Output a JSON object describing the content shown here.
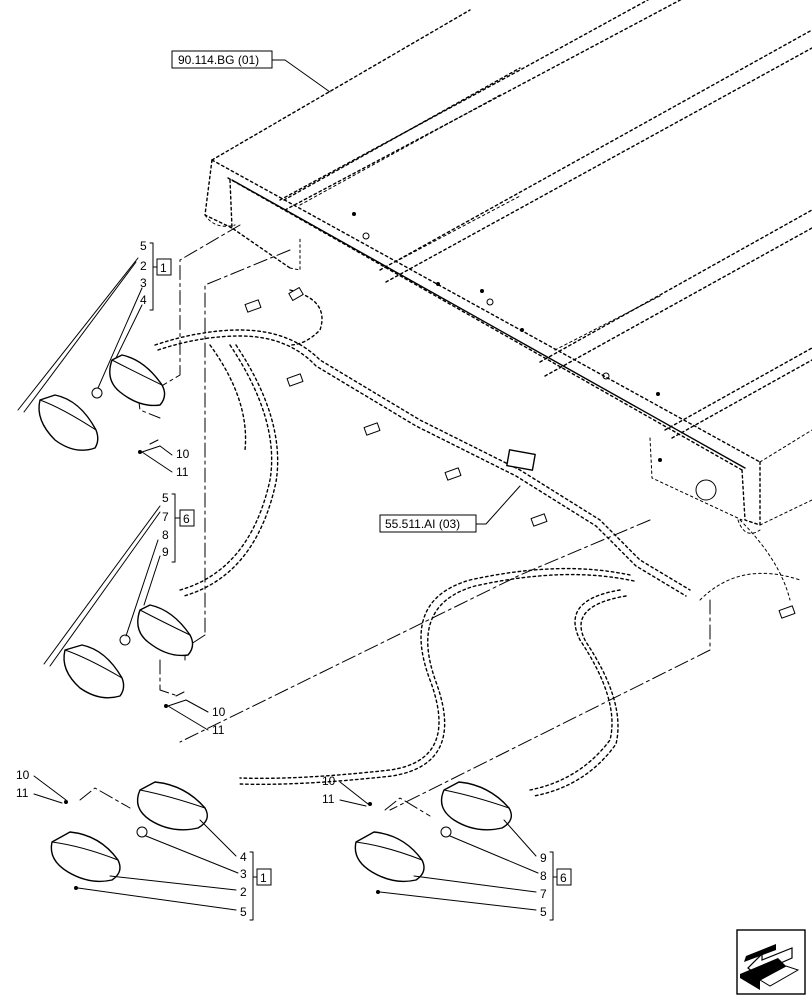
{
  "references": {
    "frame": "90.114.BG (01)",
    "harness": "55.511.AI (03)"
  },
  "groups": {
    "left_group": "1",
    "right_group": "6"
  },
  "callouts": {
    "upper_left_set": [
      "5",
      "2",
      "3",
      "4"
    ],
    "upper_left_fasteners": [
      "10",
      "11"
    ],
    "mid_left_set": [
      "5",
      "7",
      "8",
      "9"
    ],
    "mid_left_fasteners": [
      "10",
      "11"
    ],
    "bottom_left_fasteners": [
      "10",
      "11"
    ],
    "bottom_left_set": [
      "4",
      "3",
      "2",
      "5"
    ],
    "bottom_right_fasteners": [
      "10",
      "11"
    ],
    "bottom_right_set": [
      "9",
      "8",
      "7",
      "5"
    ]
  },
  "navigation": {
    "direction_icon": "arrow-down-left-icon"
  }
}
